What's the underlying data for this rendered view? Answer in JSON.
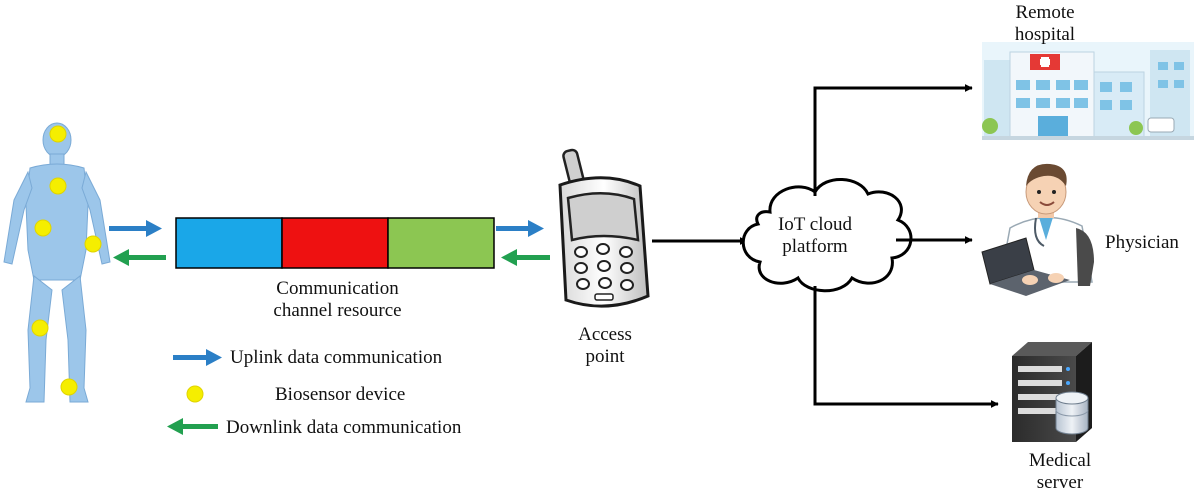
{
  "channel": {
    "label_line1": "Communication",
    "label_line2": "channel resource",
    "segment_colors": [
      "#1aa7e8",
      "#ee1111",
      "#8cc652"
    ]
  },
  "legend": {
    "uplink": "Uplink data communication",
    "biosensor": "Biosensor device",
    "downlink": "Downlink data communication"
  },
  "access_point": {
    "line1": "Access",
    "line2": "point"
  },
  "cloud": {
    "line1": "IoT cloud",
    "line2": "platform"
  },
  "destinations": {
    "hospital": {
      "line1": "Remote",
      "line2": "hospital"
    },
    "physician": {
      "label": "Physician"
    },
    "server": {
      "line1": "Medical",
      "line2": "server"
    }
  },
  "colors": {
    "uplink_arrow": "#2b7fc6",
    "downlink_arrow": "#22a050",
    "sensor": "#f5ee00",
    "body": "#9cc6ea"
  },
  "icons": [
    "human-body-icon",
    "mobile-phone-icon",
    "cloud-icon",
    "hospital-icon",
    "physician-icon",
    "server-icon"
  ]
}
